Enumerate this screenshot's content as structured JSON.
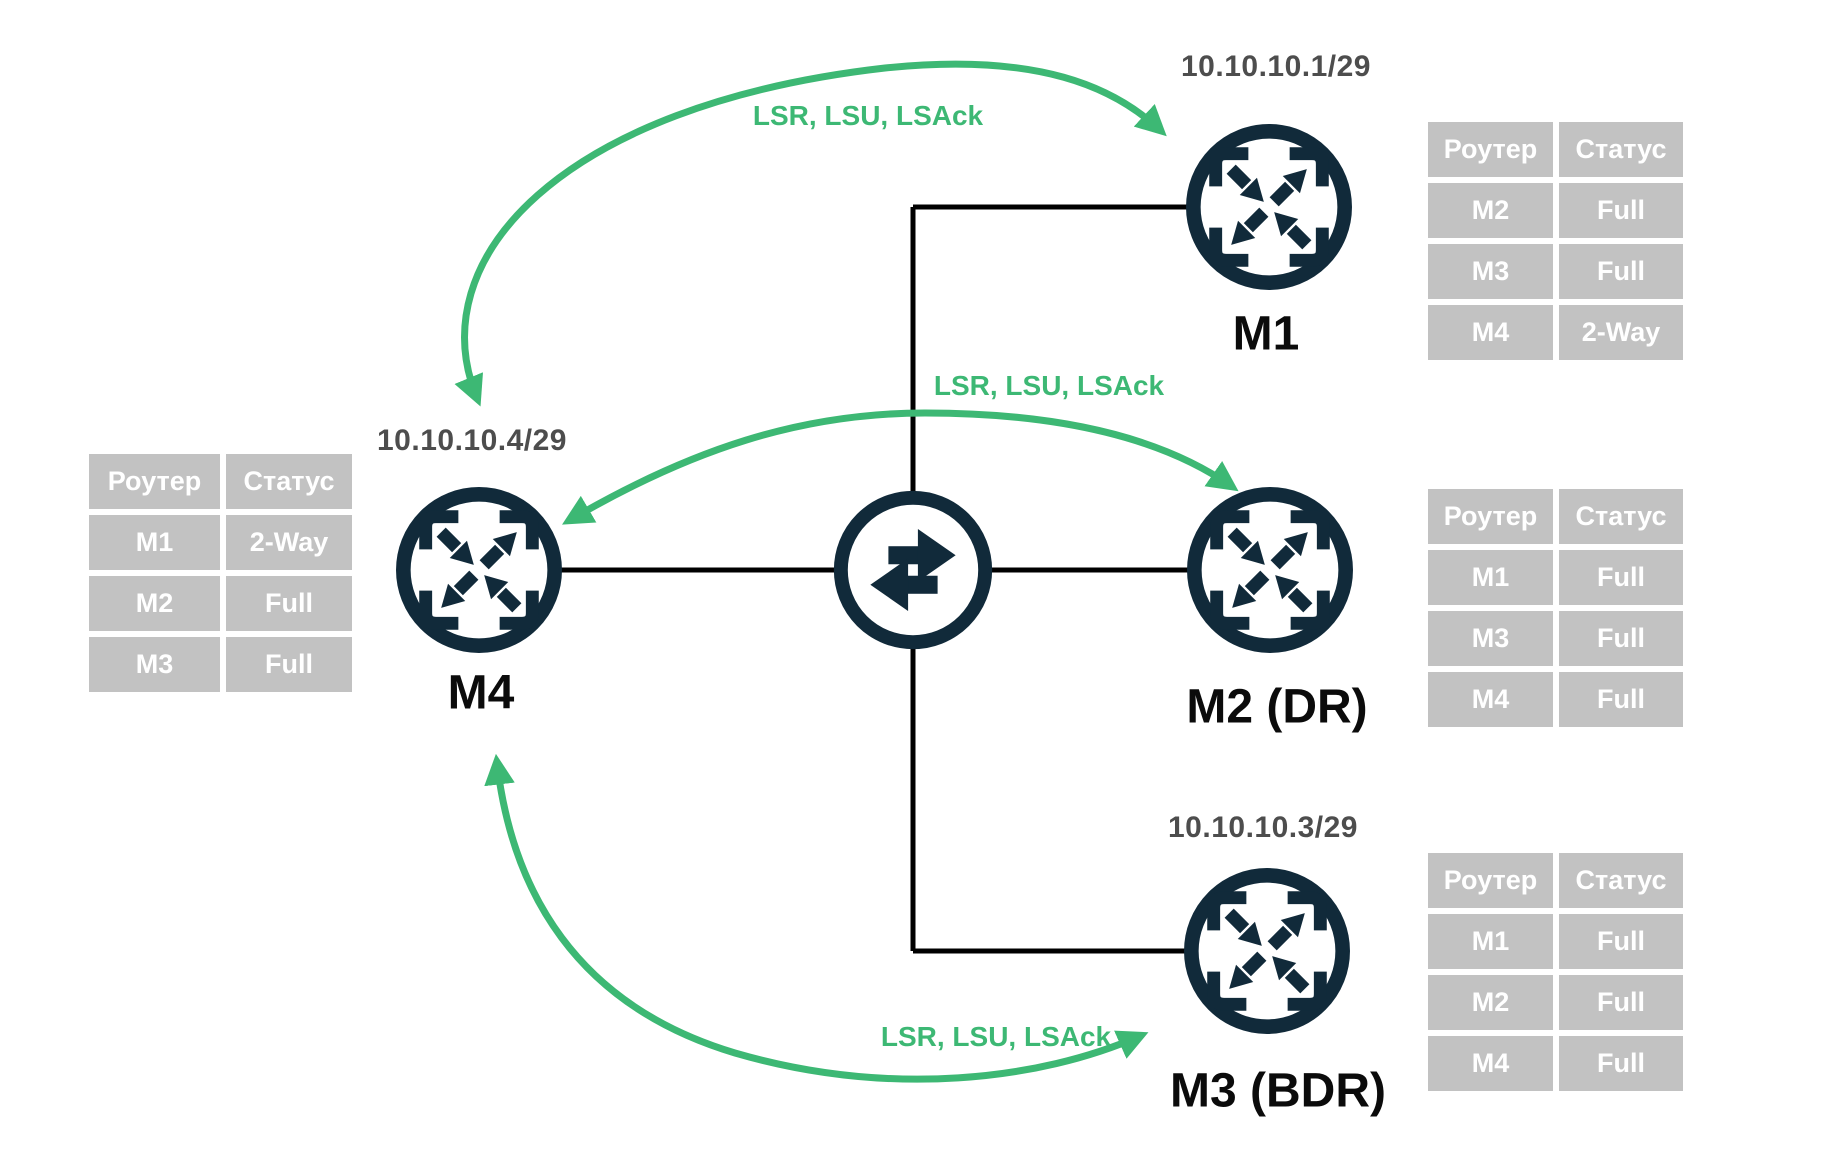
{
  "diagram_type": "ospf-topology",
  "nodes": {
    "m1": {
      "label": "M1",
      "ip": "10.10.10.1/29"
    },
    "m2": {
      "label": "M2 (DR)"
    },
    "m3": {
      "label": "M3 (BDR)",
      "ip": "10.10.10.3/29"
    },
    "m4": {
      "label": "M4",
      "ip": "10.10.10.4/29"
    }
  },
  "arrow_labels": {
    "top": "LSR, LSU, LSAck",
    "middle": "LSR, LSU, LSAck",
    "bottom": "LSR, LSU, LSAck"
  },
  "tables": {
    "headers": {
      "router": "Роутер",
      "status": "Статус"
    },
    "m1_neighbors": {
      "rows": [
        [
          "M2",
          "Full"
        ],
        [
          "M3",
          "Full"
        ],
        [
          "M4",
          "2-Way"
        ]
      ]
    },
    "m2_neighbors": {
      "rows": [
        [
          "M1",
          "Full"
        ],
        [
          "M3",
          "Full"
        ],
        [
          "M4",
          "Full"
        ]
      ]
    },
    "m3_neighbors": {
      "rows": [
        [
          "M1",
          "Full"
        ],
        [
          "M2",
          "Full"
        ],
        [
          "M4",
          "Full"
        ]
      ]
    },
    "m4_neighbors": {
      "rows": [
        [
          "M1",
          "2-Way"
        ],
        [
          "M2",
          "Full"
        ],
        [
          "M3",
          "Full"
        ]
      ]
    }
  },
  "colors": {
    "node_dark": "#112a3a",
    "arrow_green": "#3db874",
    "cell_gray": "#c2c2c2",
    "link_black": "#000000",
    "ip_gray": "#4d4d4d"
  }
}
